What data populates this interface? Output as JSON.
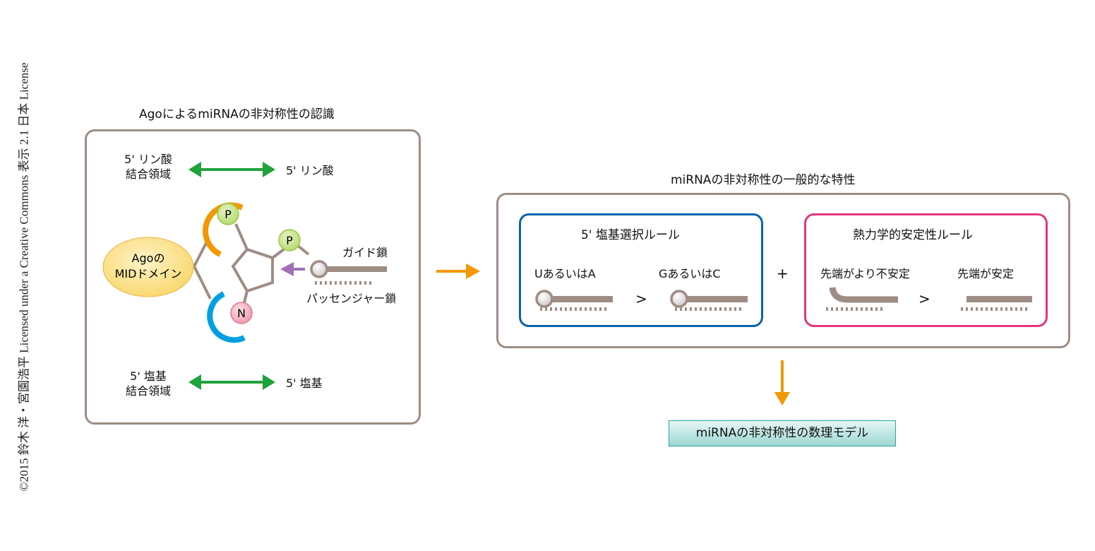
{
  "copyright": "©2015 鈴木 洋・宮園浩平 Licensed under a Creative Commons 表示 2.1 日本 License",
  "left_panel": {
    "title": "AgoによるmiRNAの非対称性の認識",
    "phosphate_binding_region": [
      "5' リン酸",
      "結合領域"
    ],
    "phosphate": "5' リン酸",
    "base_binding_region": [
      "5' 塩基",
      "結合領域"
    ],
    "base": "5' 塩基",
    "mid_domain": [
      "Agoの",
      "MIDドメイン"
    ],
    "node_p": "P",
    "node_n": "N",
    "guide_strand": "ガイド鎖",
    "passenger_strand": "パッセンジャー鎖"
  },
  "right_panel": {
    "title": "miRNAの非対称性の一般的な特性",
    "base_rule": {
      "title": "5' 塩基選択ルール",
      "left_label": "UあるいはA",
      "right_label": "GあるいはC",
      "comparator": ">"
    },
    "plus": "+",
    "stability_rule": {
      "title": "熱力学的安定性ルール",
      "left_label": "先端がより不安定",
      "right_label": "先端が安定",
      "comparator": ">"
    }
  },
  "result": "miRNAの非対称性の数理モデル",
  "colors": {
    "frame": "#9e8d84",
    "green_arrow": "#1fa23c",
    "orange": "#f39800",
    "blue": "#00a0e0",
    "purple": "#a16fb4",
    "rule_blue": "#0a62ae",
    "rule_pink": "#e3367f",
    "mid_domain_fill": "#fbe08a",
    "p_fill": "#c8e38c",
    "n_fill": "#f6a9b8"
  }
}
